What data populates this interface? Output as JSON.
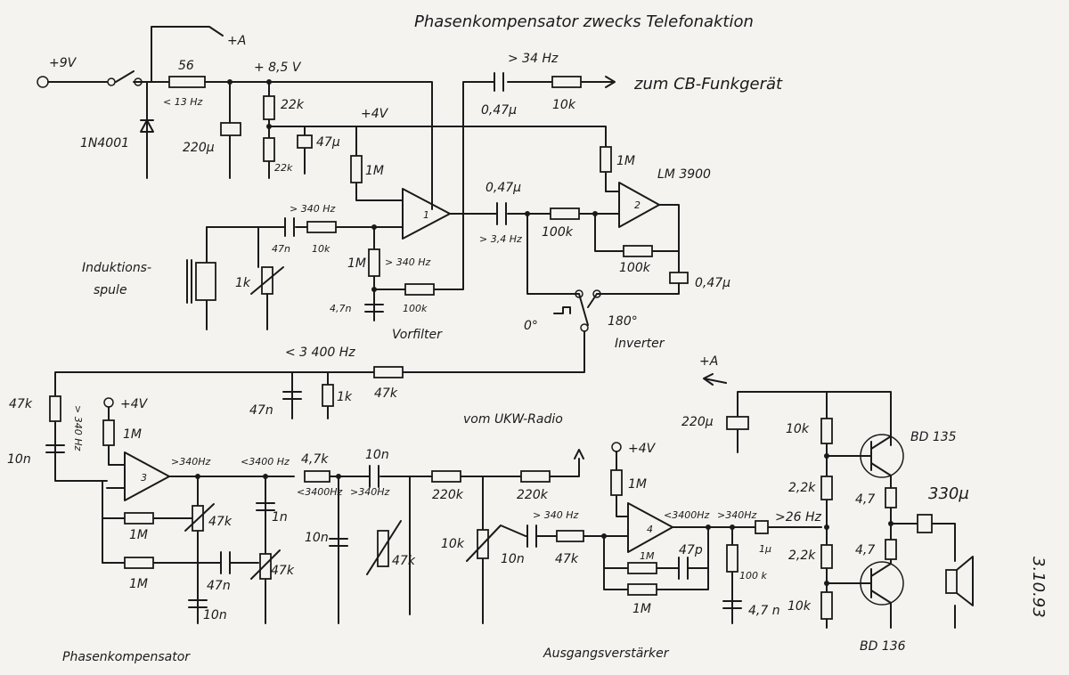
{
  "title": "Phasenkompensator zwecks Telefonaktion",
  "date": "3.10.93",
  "sections": {
    "phase": "Phasenkompensator",
    "output": "Ausgangsverstärker",
    "prefilter": "Vorfilter"
  },
  "supply": {
    "in": "+9V",
    "r56": "56",
    "f13": "< 13 Hz",
    "a_top": "+A",
    "v85": "+ 8,5 V",
    "diode": "1N4001",
    "c220": "220µ",
    "r22a": "22k",
    "r22b": "22k",
    "c47u": "47µ",
    "v4": "+4V"
  },
  "top": {
    "f34": "> 34 Hz",
    "c047a": "0,47µ",
    "r10k": "10k",
    "cb": "zum CB-Funkgerät",
    "r1m_a": "1M",
    "lm": "LM 3900",
    "op2": "2"
  },
  "pre": {
    "r1m_b": "1M",
    "f340a": "> 340 Hz",
    "c47n": "47n",
    "r10k": "10k",
    "op1": "1",
    "coil": "Induktions-",
    "coil2": "spule",
    "pot1k": "1k",
    "r1m_c": "1M",
    "f340b": "> 340 Hz",
    "c47n_b": "4,7n",
    "r100k_a": "100k",
    "c047b": "0,47µ",
    "f34b": "> 3,4 Hz",
    "r100k_b": "100k",
    "r100k_c": "100k",
    "c047c": "0,47µ",
    "deg0": "0°",
    "deg180": "180°",
    "inverter": "Inverter"
  },
  "phase": {
    "f3400": "< 3 400 Hz",
    "r47k_a": "47k",
    "c47n": "47n",
    "r1k": "1k",
    "r47k_b": "47k",
    "v4": "+4V",
    "r1m": "1M",
    "f340v": "> 340 Hz",
    "c10n": "10n",
    "op3": "3",
    "f340": ">340Hz",
    "f3400b": "<3400 Hz",
    "r47k_c": "4,7k",
    "c10n_b": "10n",
    "f3400c": "<3400Hz",
    "f340c": ">340Hz",
    "r1m_f1": "1M",
    "pot47a": "47k",
    "r1m_f2": "1M",
    "c47n_b": "47n",
    "pot47b": "47k",
    "c10n_c": "10n",
    "c1n": "1n",
    "c10n_d": "10n",
    "pot47c": "47k"
  },
  "out": {
    "ukw": "vom UKW-Radio",
    "r220a": "220k",
    "r220b": "220k",
    "pot10k": "10k",
    "c10n": "10n",
    "r47k": "47k",
    "f340": "> 340 Hz",
    "v4": "+4V",
    "r1m": "1M",
    "op4": "4",
    "f3400": "<3400Hz",
    "f340b": ">340Hz",
    "f26": ">26 Hz",
    "r1m_f": "1M",
    "c47p": "47p",
    "r1m_g": "1M",
    "c1u": "1µ",
    "r100k": "100 k",
    "c47n": "4,7 n",
    "a": "+A",
    "c220": "220µ",
    "r10k_a": "10k",
    "r22a": "2,2k",
    "r47a": "4,7",
    "r22b": "2,2k",
    "r47b": "4,7",
    "r10k_b": "10k",
    "c330": "330µ",
    "q1": "BD 135",
    "q2": "BD 136"
  }
}
